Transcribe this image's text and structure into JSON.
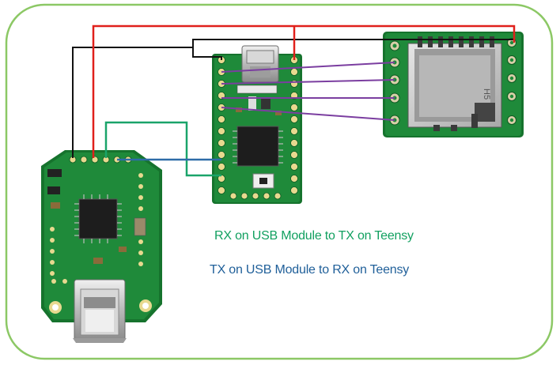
{
  "notes": {
    "rx_text": "RX on USB Module to TX on Teensy",
    "tx_text": "TX on USB Module to RX on Teensy"
  },
  "board_labels": {
    "sd_module_marking": "H5"
  },
  "colors": {
    "frame_border": "#8cc865",
    "pcb_green": "#1f8a3a",
    "pcb_dark": "#15702c",
    "pad_gold": "#c9b98a",
    "wire_black": "#111111",
    "wire_red": "#e0201b",
    "wire_purple": "#7b3ea0",
    "wire_green": "#1aa46a",
    "wire_blue": "#2e6ca8",
    "rx_note_color": "#12a060",
    "tx_note_color": "#1f5f99"
  },
  "components": [
    {
      "id": "usb-host-module",
      "name": "usb-host-module"
    },
    {
      "id": "teensy-board",
      "name": "teensy-board"
    },
    {
      "id": "microsd-module",
      "name": "microsd-module"
    }
  ],
  "wires": [
    {
      "id": "gnd",
      "color": "black"
    },
    {
      "id": "vcc",
      "color": "red"
    },
    {
      "id": "rx-tx",
      "color": "green"
    },
    {
      "id": "tx-rx",
      "color": "blue"
    },
    {
      "id": "spi",
      "color": "purple",
      "count": 4
    }
  ]
}
